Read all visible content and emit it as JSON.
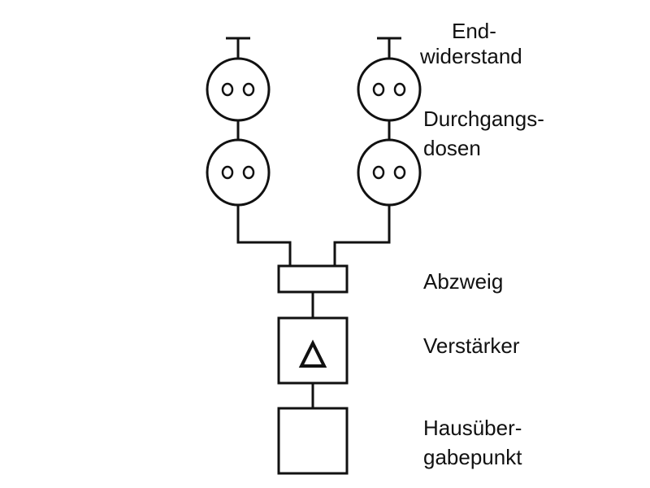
{
  "labels": {
    "end_resistor": [
      "End-",
      "widerstand"
    ],
    "pass_through_sockets": [
      "Durchgangs-",
      "dosen"
    ],
    "splitter": "Abzweig",
    "amplifier": "Verstärker",
    "house_transfer_point": [
      "Hausüber-",
      "gabepunkt"
    ]
  },
  "colors": {
    "line": "#111111",
    "background": "#ffffff"
  },
  "icons": {
    "amplifier_symbol": "triangle-icon",
    "end_resistor_symbol": "t-terminator-icon",
    "socket_symbol": "socket-outlet-icon"
  }
}
